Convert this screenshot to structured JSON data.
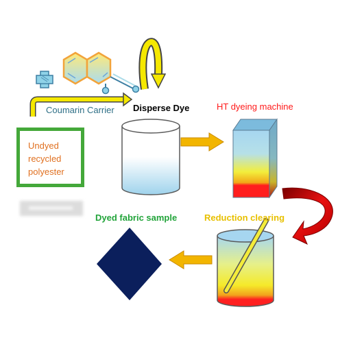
{
  "labels": {
    "carrier": "Coumarin Carrier",
    "disperse_dye": "Disperse Dye",
    "ht_machine": "HT dyeing machine",
    "reduction_clearing": "Reduction clearing",
    "dyed_sample": "Dyed fabric sample"
  },
  "undyed_fabric": {
    "lines": [
      "Undyed",
      "recycled",
      "polyester"
    ]
  },
  "colors": {
    "carrier_text": "#2e6f86",
    "ht_text": "#ff1a1a",
    "reduction_text": "#e8c000",
    "dyed_text": "#22a43a",
    "undyed_text": "#e07020",
    "frame_green": "#44a83a",
    "arrow_orange": "#f2b500",
    "arrow_red": "#e01010",
    "dyed_fabric": "#0b1f5c"
  }
}
